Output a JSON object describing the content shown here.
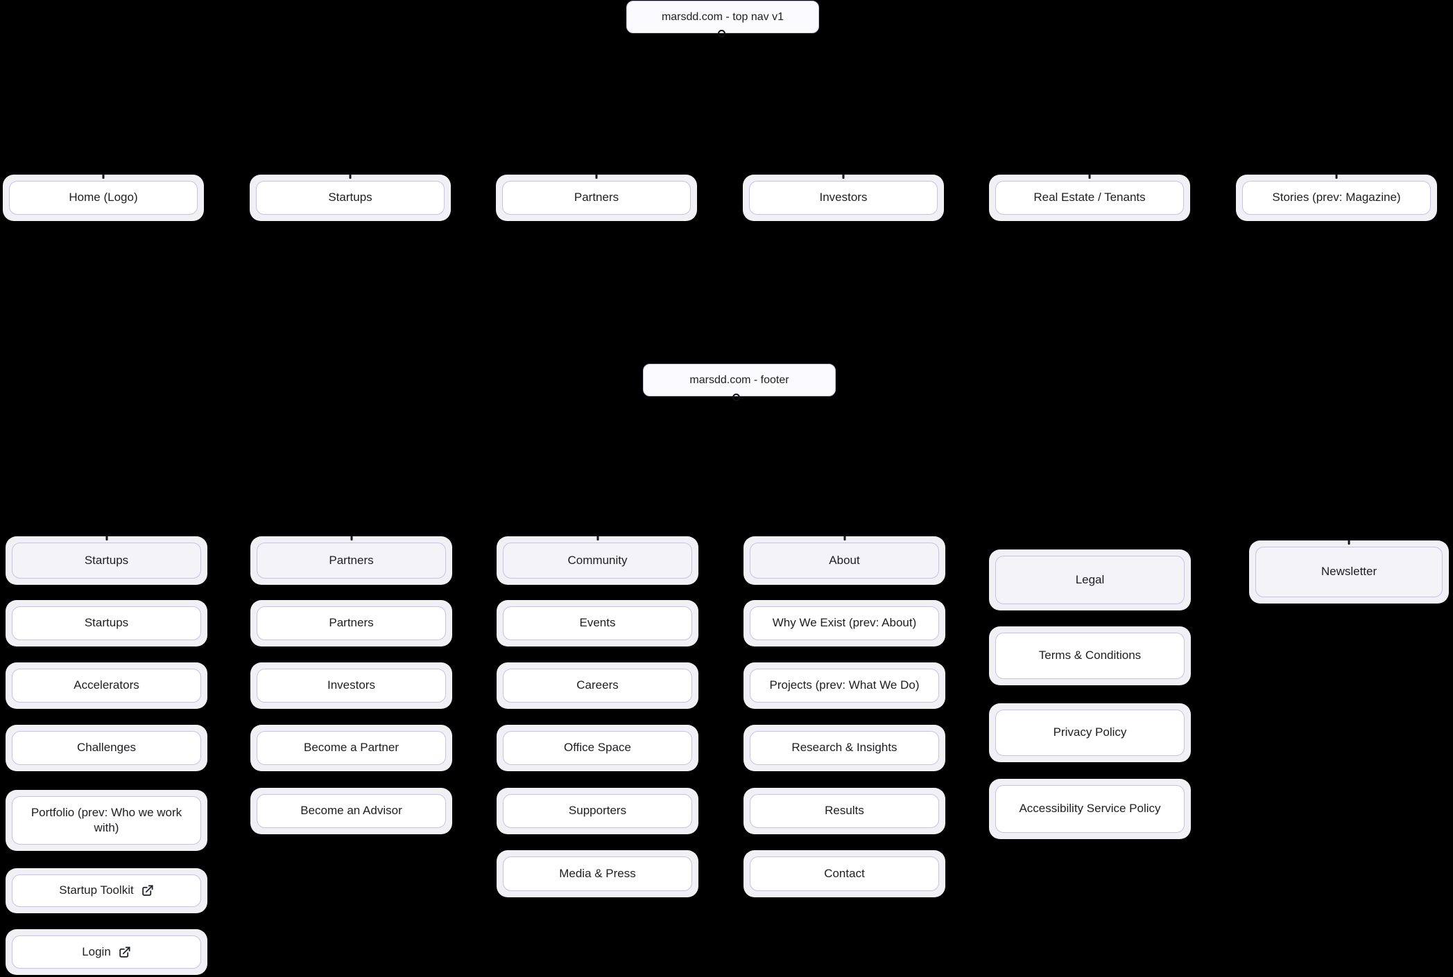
{
  "top_nav_diagram": {
    "title": "marsdd.com - top nav v1",
    "nodes": [
      "Home (Logo)",
      "Startups",
      "Partners",
      "Investors",
      "Real Estate / Tenants",
      "Stories (prev: Magazine)"
    ]
  },
  "footer_diagram": {
    "title": "marsdd.com - footer",
    "columns": [
      {
        "header": "Startups",
        "items": [
          "Startups",
          "Accelerators",
          "Challenges",
          "Portfolio (prev: Who we work with)",
          "Startup Toolkit",
          "Login"
        ]
      },
      {
        "header": "Partners",
        "items": [
          "Partners",
          "Investors",
          "Become a Partner",
          "Become an Advisor"
        ]
      },
      {
        "header": "Community",
        "items": [
          "Events",
          "Careers",
          "Office Space",
          "Supporters",
          "Media & Press"
        ]
      },
      {
        "header": "About",
        "items": [
          "Why We Exist (prev: About)",
          "Projects (prev: What We Do)",
          "Research & Insights",
          "Results",
          "Contact"
        ]
      },
      {
        "header": "Legal",
        "items": [
          "Terms & Conditions",
          "Privacy Policy",
          "Accessibility Service Policy"
        ]
      },
      {
        "header": "Newsletter",
        "items": []
      }
    ],
    "external_link_items": [
      "Startup Toolkit",
      "Login"
    ]
  },
  "icons": {
    "external_link": "external-link-icon",
    "connector_port": "connector-port",
    "connector_stub": "connector-stub"
  },
  "colors": {
    "background": "#000000",
    "node_outer_frame": "#f1f0f4",
    "node_inner_fill": "#ffffff",
    "node_border": "#cbc0ea",
    "header_node_fill": "#f4f3f8",
    "title_node_fill": "#fbfafe",
    "text": "#1e1e22",
    "connector": "#15151b"
  }
}
